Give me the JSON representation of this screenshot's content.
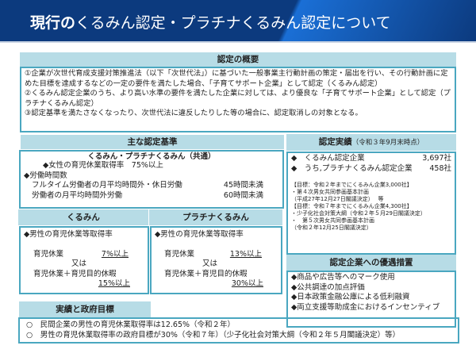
{
  "title": {
    "bold": "現行の",
    "rest": "くるみん認定・プラチナくるみん認定について"
  },
  "overview": {
    "header": "認定の概要",
    "items": [
      "①企業が次世代育成支援対策推進法（以下「次世代法」）に基づいた一般事業主行動計画の策定・届出を行い、その行動計画に定めた目標を達成するなどの一定の要件を満たした場合、「子育てサポート企業」として認定（くるみん認定）",
      "②くるみん認定企業のうち、より高い水準の要件を満たした企業に対しては、より優良な「子育てサポート企業」として認定（プラチナくるみん認定）",
      "③認定基準を満たさなくなったり、次世代法に違反したりした等の場合に、認定取消しの対象となる。"
    ]
  },
  "criteria": {
    "header": "主な認定基準",
    "common_title": "くるみん・プラチナくるみん（共通）",
    "female": "◆女性の育児休業取得率　75%以上",
    "hours": "◆労働時間数",
    "fulltime_label": "フルタイム労働者の月平均時間外・休日労働",
    "fulltime_value": "45時間未満",
    "worker_label": "労働者の月平均時間外労働",
    "worker_value": "60時間未満"
  },
  "kurumin": {
    "header": "くるみん",
    "item": "◆男性の育児休業等取得率",
    "leave_label": "育児休業",
    "leave_value": "7%以上",
    "or": "又は",
    "combo_label": "育児休業＋育児目的休暇",
    "combo_value": "15%以上"
  },
  "platinum": {
    "header": "プラチナくるみん",
    "item": "◆男性の育児休業等取得率",
    "leave_label": "育児休業",
    "leave_value": "13%以上",
    "or": "又は",
    "combo_label": "育児休業＋育児目的休暇",
    "combo_value": "30%以上"
  },
  "results": {
    "header": "認定実績",
    "header_note": "（令和３年9月末時点）",
    "kurumin_label": "◆　くるみん認定企業",
    "kurumin_value": "3,697社",
    "platinum_label": "◆　うち,プラチナくるみん認定企業",
    "platinum_value": "458社",
    "notes": [
      "【目標：令和２年までにくるみん企業3,000社】",
      "・第４次男女共同参画基本計画",
      "（平成27年12月27日閣議決定）　 等",
      "【目標：令和７年までにくるみん企業4,300社】",
      "・少子化社会対策大綱（令和２年５月29日閣議決定）",
      "・　第５次男女共同参画基本計画",
      "（令和２年12月25日閣議決定）"
    ]
  },
  "benefits": {
    "header": "認定企業への優遇措置",
    "items": [
      "◆商品や広告等へのマーク使用",
      "◆公共調達の加点評価",
      "◆日本政策金融公庫による低利融資",
      "◆両立支援等助成金におけるインセンティブ"
    ]
  },
  "goals": {
    "header": "実績と政府目標",
    "items": [
      "○　民間企業の男性の育児休業取得率は12.65%（令和２年）",
      "○　男性の育児休業取得率の政府目標が30%（令和７年）（少子化社会対策大綱（令和２年５月閣議決定）等）"
    ]
  }
}
